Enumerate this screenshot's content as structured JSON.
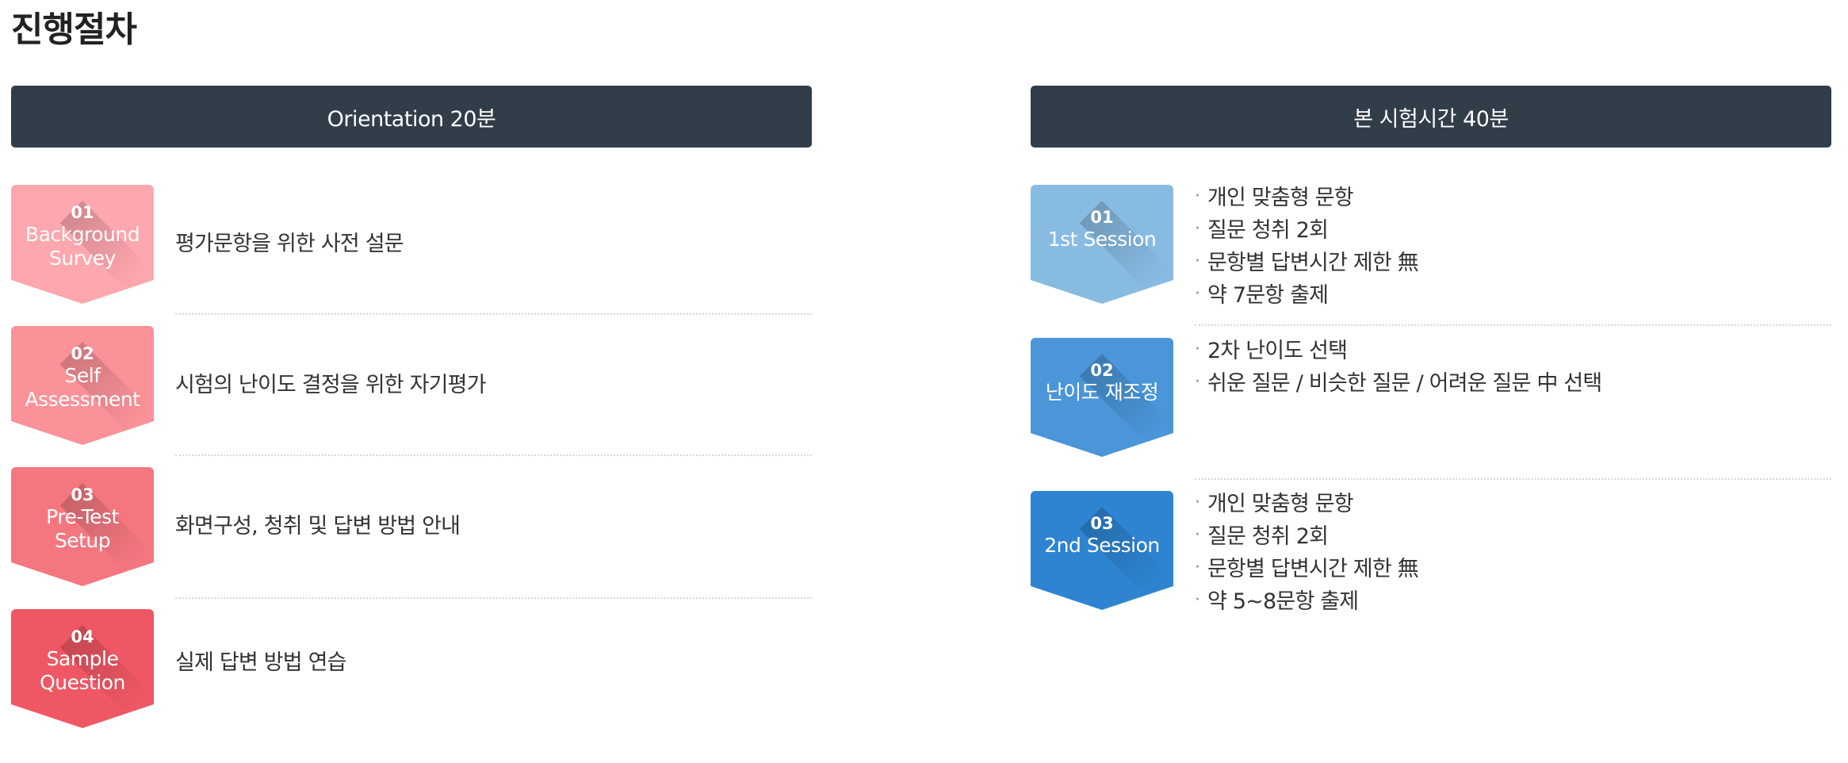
{
  "page_title": "진행절차",
  "colors": {
    "header_bg": "#323d4a",
    "left_badges": [
      "#ffa7ae",
      "#fb9199",
      "#f47780",
      "#ef5764"
    ],
    "right_badges": [
      "#88bbe2",
      "#4a96d8",
      "#2e84d1"
    ]
  },
  "orientation": {
    "title": "Orientation 20분",
    "steps": [
      {
        "num": "01",
        "name_lines": [
          "Background",
          "Survey"
        ],
        "desc": "평가문항을 위한 사전 설문"
      },
      {
        "num": "02",
        "name_lines": [
          "Self",
          "Assessment"
        ],
        "desc": "시험의 난이도 결정을 위한 자기평가"
      },
      {
        "num": "03",
        "name_lines": [
          "Pre-Test",
          "Setup"
        ],
        "desc": "화면구성, 청취 및 답변 방법 안내"
      },
      {
        "num": "04",
        "name_lines": [
          "Sample",
          "Question"
        ],
        "desc": "실제 답변 방법 연습"
      }
    ]
  },
  "main_test": {
    "title": "본 시험시간 40분",
    "steps": [
      {
        "num": "01",
        "name": "1st Session",
        "bullets": [
          "개인 맞춤형 문항",
          "질문 청취 2회",
          "문항별 답변시간 제한 無",
          "약 7문항 출제"
        ]
      },
      {
        "num": "02",
        "name": "난이도 재조정",
        "bullets": [
          "2차 난이도 선택",
          "쉬운 질문 / 비슷한 질문 / 어려운 질문 中 선택"
        ]
      },
      {
        "num": "03",
        "name": "2nd Session",
        "bullets": [
          "개인 맞춤형 문항",
          "질문 청취 2회",
          "문항별 답변시간 제한 無",
          "약 5~8문항 출제"
        ]
      }
    ]
  }
}
